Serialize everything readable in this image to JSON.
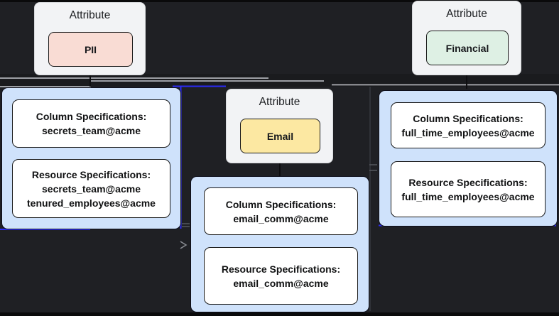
{
  "colors": {
    "bg": "#1f2024",
    "strip": "#0a0a0b",
    "band": "#1a1b1e",
    "card-bg": "#f2f3f5",
    "card-border": "#d7d9dc",
    "card-text": "#1c1e21",
    "pill-border": "#1a1a1a",
    "pii": "#f9dcd4",
    "email": "#fce8a2",
    "financial": "#def0e4",
    "group-bg": "#cfe2fb",
    "group-border": "#0d0e1a",
    "box-bg": "#ffffff",
    "box-border": "#1a1a1a",
    "box-text": "#111213",
    "edge-gray": "#c7cad0",
    "edge-dark": "#0e0e10",
    "edge-mid": "#303238",
    "edge-blue": "#2b2bf5",
    "glyph": "#86898f",
    "glyph-dim": "#55585e"
  },
  "attributes": [
    {
      "label": "Attribute",
      "tag": "PII"
    },
    {
      "label": "Attribute",
      "tag": "Email"
    },
    {
      "label": "Attribute",
      "tag": "Financial"
    }
  ],
  "groups": [
    {
      "boxes": [
        {
          "title": "Column Specifications:",
          "values": [
            "secrets_team@acme"
          ]
        },
        {
          "title": "Resource Specifications:",
          "values": [
            "secrets_team@acme",
            "tenured_employees@acme"
          ]
        }
      ]
    },
    {
      "boxes": [
        {
          "title": "Column Specifications:",
          "values": [
            "email_comm@acme"
          ]
        },
        {
          "title": "Resource Specifications:",
          "values": [
            "email_comm@acme"
          ]
        }
      ]
    },
    {
      "boxes": [
        {
          "title": "Column Specifications:",
          "values": [
            "full_time_employees@acme"
          ]
        },
        {
          "title": "Resource Specifications:",
          "values": [
            "full_time_employees@acme"
          ]
        }
      ]
    }
  ]
}
